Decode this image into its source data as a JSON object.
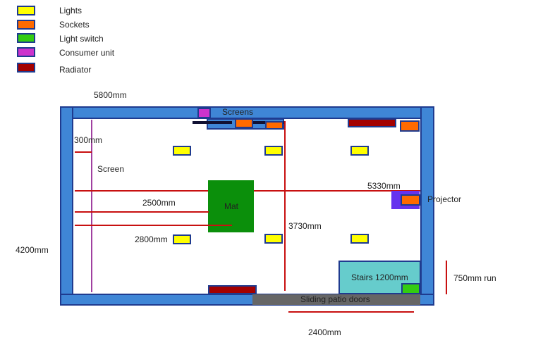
{
  "legend": [
    {
      "label": "Lights",
      "color": "#ffff00"
    },
    {
      "label": "Sockets",
      "color": "#ff6a00"
    },
    {
      "label": "Light switch",
      "color": "#33cc11"
    },
    {
      "label": "Consumer unit",
      "color": "#cc33cc"
    },
    {
      "label": "Radiator",
      "color": "#a30000"
    }
  ],
  "labels": {
    "width_top": "5800mm",
    "screens": "Screens",
    "dim_300": "300mm",
    "screen": "Screen",
    "dim_5330": "5330mm",
    "projector": "Projector",
    "dim_2500": "2500mm",
    "mat": "Mat",
    "dim_3730": "3730mm",
    "height_left": "4200mm",
    "dim_2800": "2800mm",
    "stairs": "Stairs 1200mm",
    "run_750": "750mm run",
    "patio_doors": "Sliding patio doors",
    "dim_2400": "2400mm"
  },
  "colors": {
    "wall": "#3f86d6",
    "wall_border": "#1f3b8f",
    "light": "#ffff00",
    "socket": "#ff6a00",
    "switch": "#33cc11",
    "consumer_unit": "#cc33cc",
    "radiator": "#a30000",
    "dimension_line": "#c81010",
    "screen_line": "#a040a0",
    "mat": "#0b8f0b",
    "stairs": "#66cccc",
    "patio_door": "#666666",
    "projector": "#6633ee"
  }
}
